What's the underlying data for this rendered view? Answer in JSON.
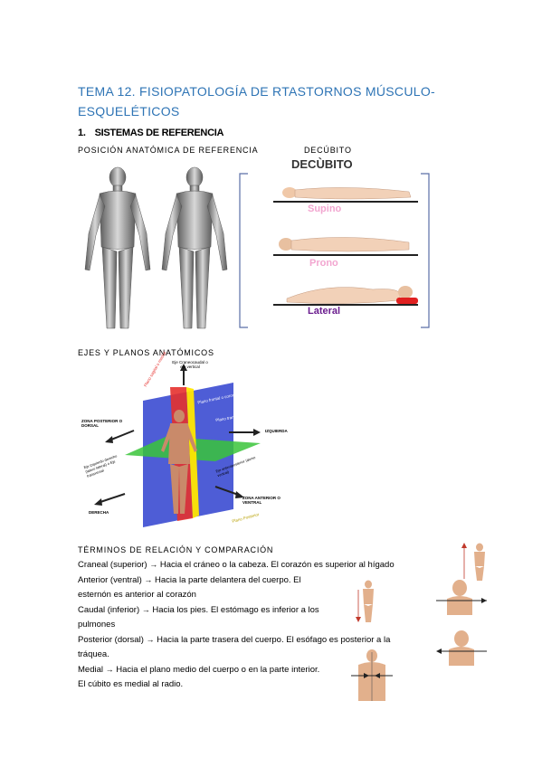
{
  "title": "TEMA 12. FISIOPATOLOGÍA DE RTASTORNOS MÚSCULO-ESQUELÉTICOS",
  "section": {
    "number": "1.",
    "label": "SISTEMAS DE REFERENCIA"
  },
  "subheads": {
    "posicion": "POSICIÓN ANATÓMICA DE REFERENCIA",
    "decubito": "DECÚBITO",
    "ejes": "EJES Y PLANOS ANATÓMICOS",
    "terminos": "TÉRMINOS DE RELACIÓN Y COMPARACIÓN"
  },
  "decubito_figure": {
    "title": "DECÙBITO",
    "labels": [
      "Supino",
      "Prono",
      "Lateral"
    ]
  },
  "planes_figure": {
    "labels": {
      "eje_cc": "Eje Craneocaudal o eje vertical",
      "plano_sagital": "Plano sagital o medial",
      "plano_frontal": "Plano frontal o coronal",
      "plano_transversal": "Plano transversal (axial)",
      "zona_posterior": "ZONA POSTERIOR O DORSAL",
      "izquierda": "IZQUIERDA",
      "eje_izq_der": "Eje izquierdo derecho (latero lateral) o Eje transversal",
      "eje_ant_post": "Eje anteroposterior (dorso ventral)",
      "zona_anterior": "ZONA ANTERIOR O VENTRAL",
      "derecha": "DERECHA",
      "plano_posterior": "Plano Posterior"
    }
  },
  "terms": [
    {
      "term": "Craneal (superior)",
      "arrow": "→",
      "text": "Hacia el cráneo o la cabeza. El corazón es superior al hígado"
    },
    {
      "term": "Anterior (ventral)",
      "arrow": "→",
      "text": "Hacia la parte delantera del cuerpo. El"
    },
    {
      "term": "",
      "arrow": "",
      "text": "esternón es anterior al corazón"
    },
    {
      "term": "Caudal (inferior)",
      "arrow": "→",
      "text": "Hacia los pies. El estómago es inferior a los"
    },
    {
      "term": "",
      "arrow": "",
      "text": "pulmones"
    },
    {
      "term": "Posterior (dorsal)",
      "arrow": "→",
      "text": "Hacia la parte trasera del cuerpo. El esófago es posterior a la"
    },
    {
      "term": "",
      "arrow": "",
      "text": "tráquea."
    },
    {
      "term": "Medial",
      "arrow": "→",
      "text": "Hacia el plano medio del cuerpo o en la parte interior."
    },
    {
      "term": "",
      "arrow": "",
      "text": "El cúbito es medial al radio."
    }
  ],
  "colors": {
    "title": "#2e74b5",
    "plane_red": "#e6312e",
    "plane_yellow": "#ffe600",
    "plane_blue": "#3b4bd1",
    "plane_green": "#39c43a",
    "label_pink": "#f2a6d0"
  }
}
